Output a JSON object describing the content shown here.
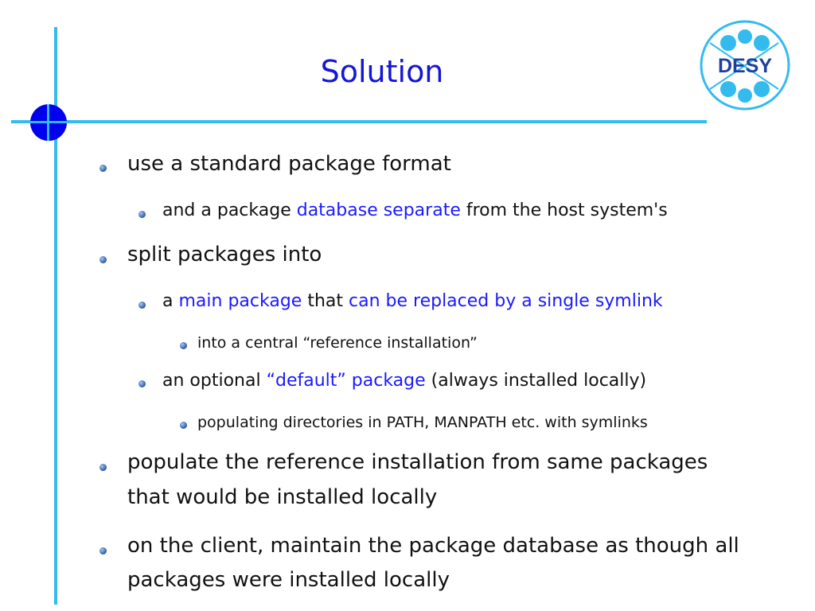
{
  "slide": {
    "title": "Solution",
    "logo_text": "DESY",
    "colors": {
      "accent_line": "#33bbee",
      "title": "#1515d8",
      "highlight": "#1a1aff",
      "dot": "#0000ee"
    },
    "bullets": [
      {
        "text": "use a standard package format"
      },
      {
        "pre": "and a package ",
        "hl": "database separate",
        "post": " from the host system's"
      },
      {
        "text": "split packages into"
      },
      {
        "a": "a ",
        "hl1": "main package",
        "mid": " that ",
        "hl2": "can be replaced by a single symlink"
      },
      {
        "text": "into a central “reference installation”"
      },
      {
        "pre": "an optional ",
        "hl": "“default” package",
        "post": " (always installed locally)"
      },
      {
        "text": "populating directories in PATH, MANPATH etc. with symlinks"
      },
      {
        "line1": "populate the reference installation from same packages",
        "line2": "that would be installed locally"
      },
      {
        "line1": "on the client, maintain the package database as though all",
        "line2": "packages were installed locally"
      }
    ]
  }
}
